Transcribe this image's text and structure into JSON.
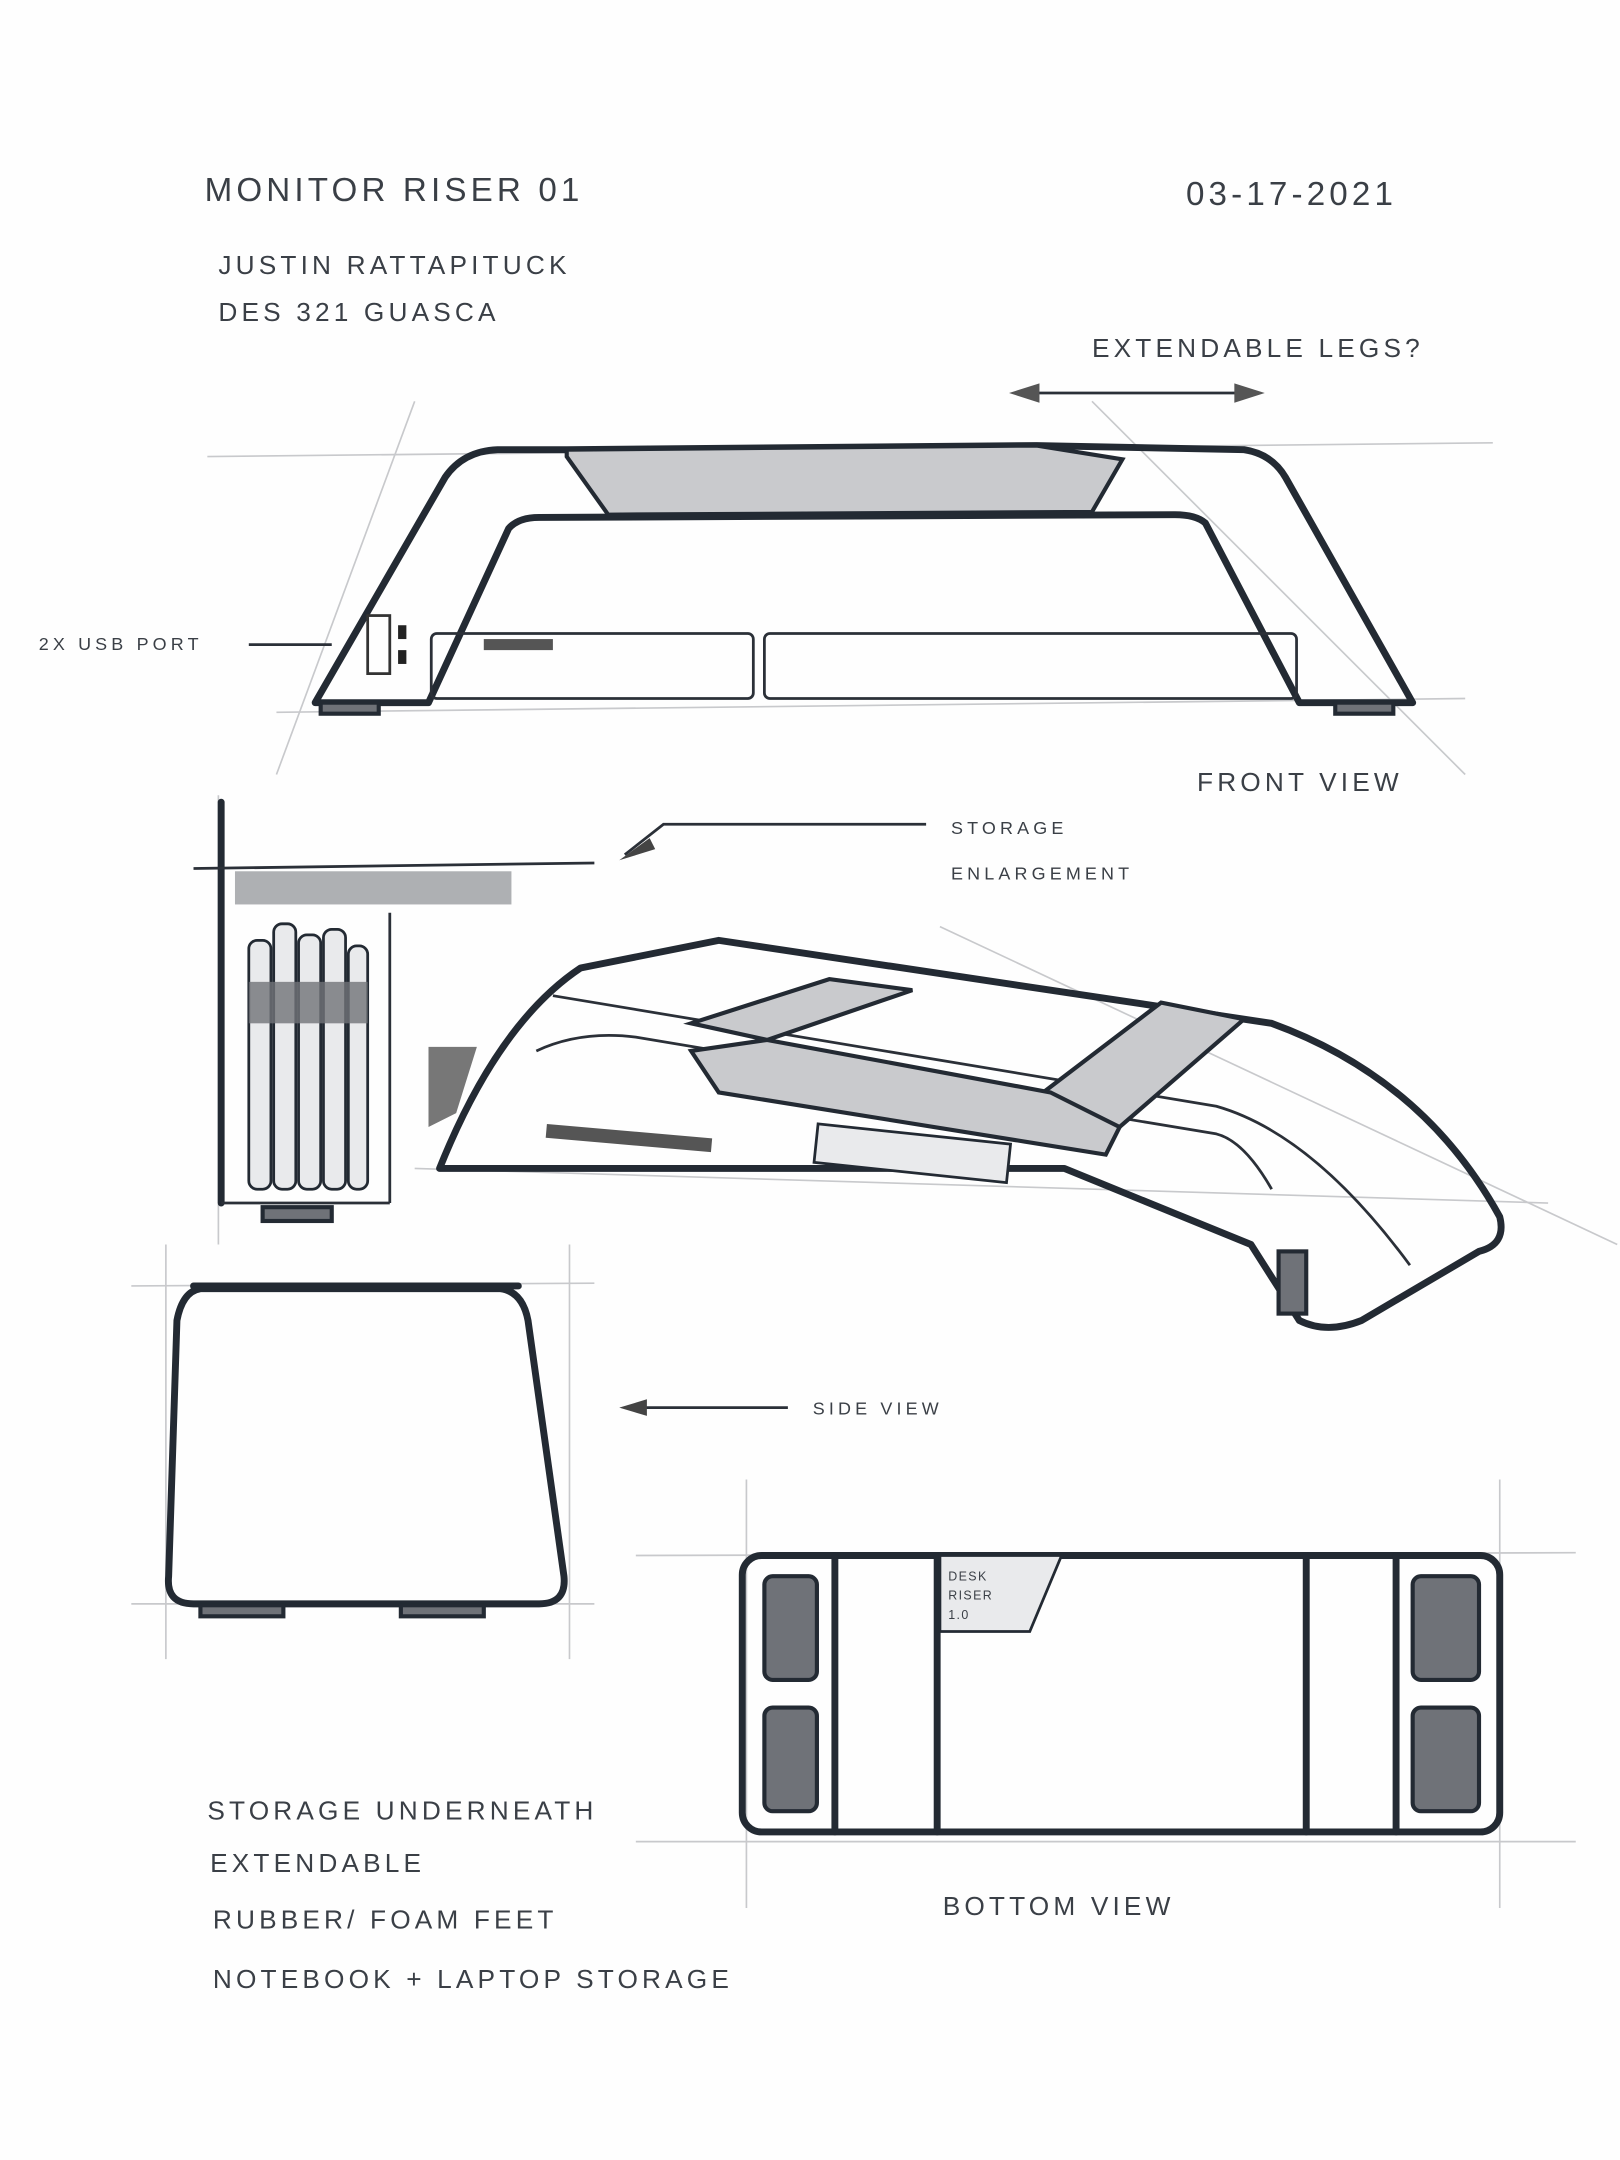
{
  "header": {
    "title": "MONITOR RISER 01",
    "date": "03-17-2021",
    "author": "JUSTIN RATTAPITUCK",
    "course": "DES 321 GUASCA"
  },
  "annotations": {
    "extendable_legs": "EXTENDABLE LEGS?",
    "usb_port": "2X USB PORT",
    "front_view": "FRONT VIEW",
    "storage_enlargement_1": "STORAGE",
    "storage_enlargement_2": "ENLARGEMENT",
    "side_view": "SIDE VIEW",
    "bottom_view": "BOTTOM VIEW",
    "label_plate": [
      "DESK",
      "RISER",
      "1.0"
    ]
  },
  "notes": [
    "STORAGE UNDERNEATH",
    "EXTENDABLE",
    "RUBBER/ FOAM FEET",
    "NOTEBOOK + LAPTOP STORAGE"
  ]
}
